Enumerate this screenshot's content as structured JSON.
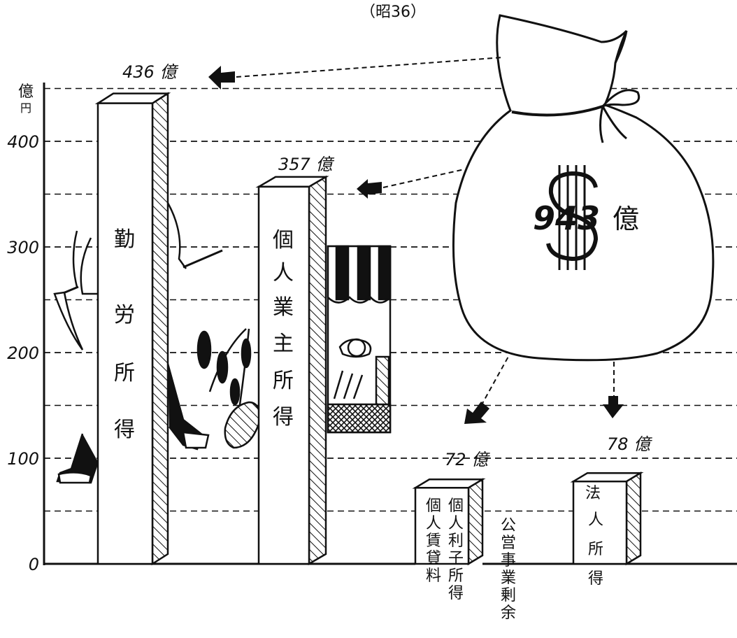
{
  "header": "（昭36）",
  "chart_data": {
    "type": "bar",
    "unit_label": [
      "億",
      "円"
    ],
    "ylim": [
      0,
      450
    ],
    "y_ticks": [
      {
        "value": 0,
        "label": "0"
      },
      {
        "value": 100,
        "label": "100"
      },
      {
        "value": 200,
        "label": "200"
      },
      {
        "value": 300,
        "label": "300"
      },
      {
        "value": 400,
        "label": "400"
      }
    ],
    "grid": "dashed",
    "total": {
      "value": 943,
      "number_label": "943",
      "unit_label": "億"
    },
    "categories": [
      {
        "key": "kinrou",
        "label_chars": [
          "勤",
          "労",
          "所",
          "得"
        ],
        "value": 436,
        "value_label": "436 億"
      },
      {
        "key": "kojin_gyoushu",
        "label_chars": [
          "個",
          "人",
          "業",
          "主",
          "所",
          "得"
        ],
        "value": 357,
        "value_label": "357 億"
      },
      {
        "key": "zaisan",
        "label_columns": [
          [
            "個",
            "人",
            "賃",
            "貸",
            "料"
          ],
          [
            "個",
            "人",
            "利",
            "子",
            "所",
            "得"
          ],
          [
            "公",
            "営",
            "事",
            "業",
            "剰",
            "余"
          ]
        ],
        "value": 72,
        "value_label": "72 億"
      },
      {
        "key": "houjin",
        "label_chars": [
          "法",
          "人",
          "所",
          "得"
        ],
        "value": 78,
        "value_label": "78 億"
      }
    ]
  }
}
